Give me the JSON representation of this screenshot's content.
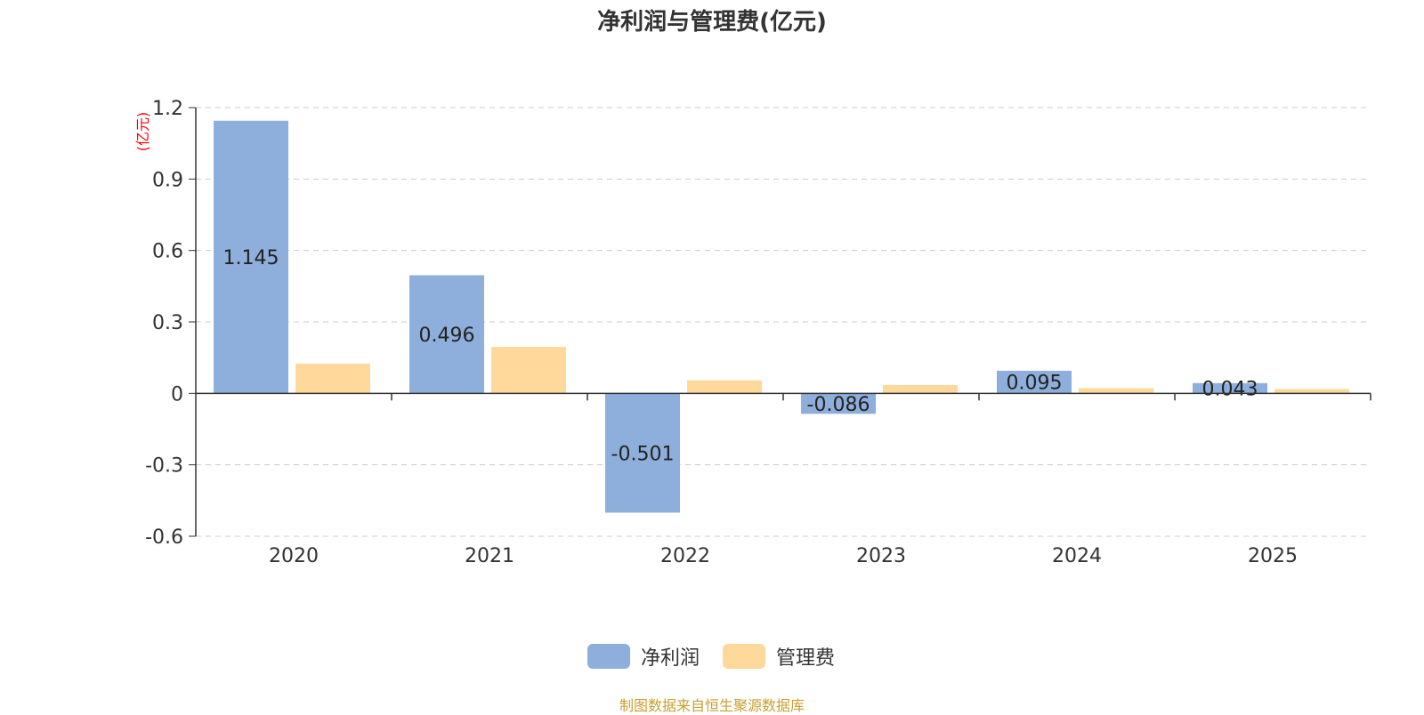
{
  "chart_data": {
    "type": "bar",
    "title": "净利润与管理费(亿元)",
    "ylabel": "(亿元)",
    "xlabel": "",
    "categories": [
      "2020",
      "2021",
      "2022",
      "2023",
      "2024",
      "2025"
    ],
    "series": [
      {
        "name": "净利润",
        "values": [
          1.145,
          0.496,
          -0.501,
          -0.086,
          0.095,
          0.043
        ],
        "color": "#8eafdb",
        "show_labels": true
      },
      {
        "name": "管理费",
        "values": [
          0.125,
          0.195,
          0.055,
          0.035,
          0.022,
          0.018
        ],
        "color": "#ffd99b",
        "show_labels": false
      }
    ],
    "ylim": [
      -0.6,
      1.2
    ],
    "yticks": [
      "-0.6",
      "-0.3",
      "0",
      "0.3",
      "0.6",
      "0.9",
      "1.2"
    ],
    "grid": true,
    "legend_position": "bottom-center"
  },
  "footer": {
    "source": "制图数据来自恒生聚源数据库"
  }
}
